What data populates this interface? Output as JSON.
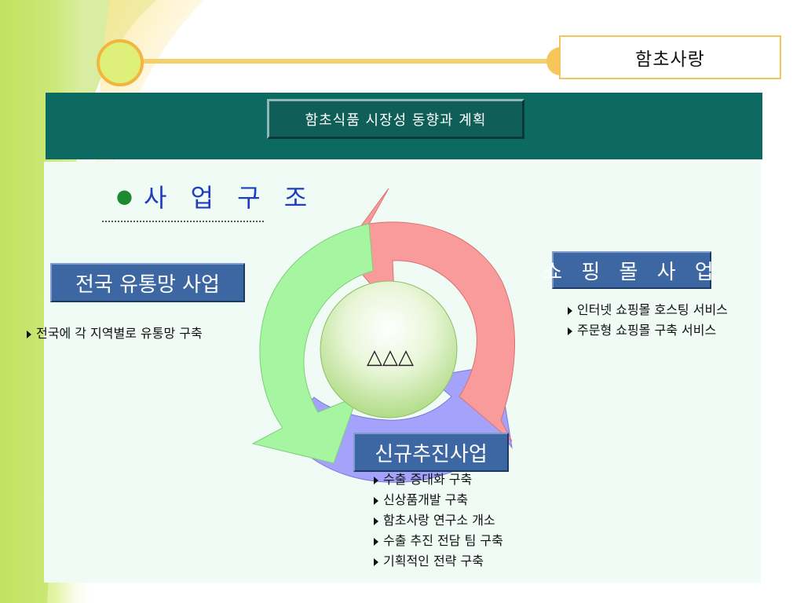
{
  "brand": {
    "name": "함초사랑"
  },
  "header": {
    "title": "함초식품 시장성 동향과 계획"
  },
  "section": {
    "bullet": "●",
    "title": "사 업 구 조"
  },
  "diagram": {
    "center_label": "△△△",
    "colors": {
      "green": "#a6f5a0",
      "red": "#f89b9a",
      "blue": "#a4a2fb"
    }
  },
  "groups": {
    "left": {
      "title": "전국 유통망 사업",
      "items": [
        "전국에 각 지역별로 유통망 구축"
      ]
    },
    "right": {
      "title": "쇼 핑 몰 사 업",
      "items": [
        "인터넷 쇼핑몰 호스팅 서비스",
        "주문형 쇼핑몰 구축 서비스"
      ]
    },
    "bottom": {
      "title": "신규추진사업",
      "items": [
        "수출 증대화 구축",
        "신상품개발 구축",
        "함초사랑 연구소 개소",
        "수출 추진 전담 팀 구축",
        "기획적인 전략 구축"
      ]
    }
  }
}
